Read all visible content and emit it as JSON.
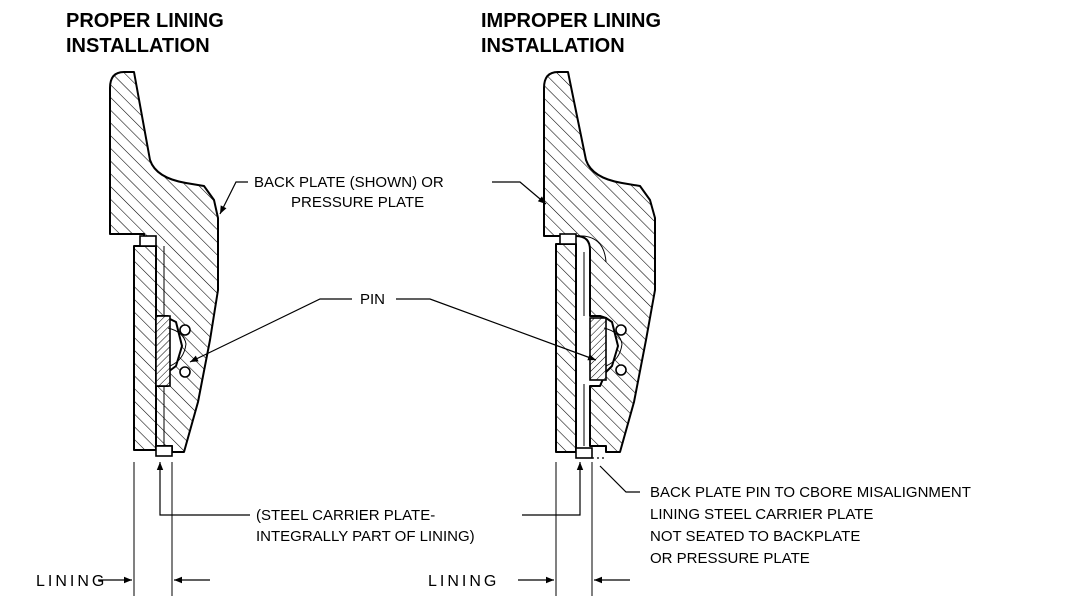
{
  "left_view": {
    "title_line1": "PROPER LINING",
    "title_line2": "INSTALLATION",
    "dim_label": "LINING"
  },
  "right_view": {
    "title_line1": "IMPROPER LINING",
    "title_line2": "INSTALLATION",
    "dim_label": "LINING"
  },
  "callouts": {
    "back_plate_line1": "BACK PLATE (SHOWN) OR",
    "back_plate_line2": "PRESSURE PLATE",
    "pin": "PIN",
    "carrier_line1": "(STEEL CARRIER PLATE-",
    "carrier_line2": "INTEGRALLY PART OF LINING)",
    "misalign_line1": "BACK PLATE PIN TO CBORE MISALIGNMENT",
    "misalign_line2": "LINING STEEL CARRIER PLATE",
    "misalign_line3": "NOT SEATED TO BACKPLATE",
    "misalign_line4": "OR PRESSURE PLATE"
  }
}
